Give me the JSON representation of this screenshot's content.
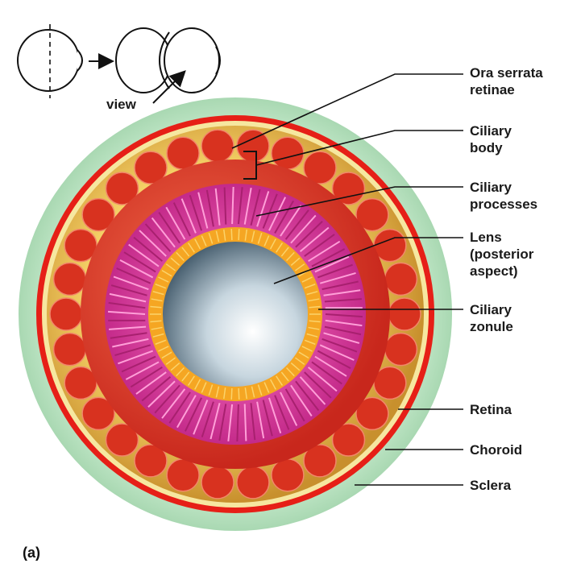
{
  "inset": {
    "view_label": "view"
  },
  "panel_label": "(a)",
  "labels": {
    "ora_serrata": [
      "Ora serrata",
      "retinae"
    ],
    "ciliary_body": [
      "Ciliary",
      "body"
    ],
    "ciliary_processes": [
      "Ciliary",
      "processes"
    ],
    "lens": [
      "Lens",
      "(posterior",
      "aspect)"
    ],
    "ciliary_zonule": [
      "Ciliary",
      "zonule"
    ],
    "retina": [
      "Retina"
    ],
    "choroid": [
      "Choroid"
    ],
    "sclera": [
      "Sclera"
    ]
  },
  "colors": {
    "sclera": "#b9dfc0",
    "choroid": "#e8211a",
    "ring_gold": "#e9b94c",
    "ciliary_body": "#e0452a",
    "ciliary_processes": "#d9389a",
    "zonule": "#f5a623",
    "lens": "#9db6c6"
  }
}
